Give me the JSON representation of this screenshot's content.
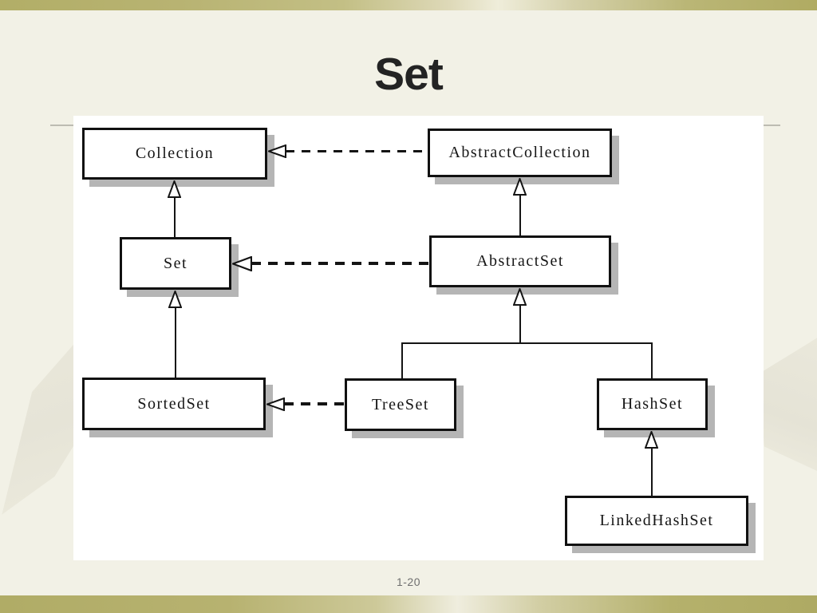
{
  "slide": {
    "title": "Set",
    "page_number": "1-20",
    "colors": {
      "accent_olive": "#b2ae67",
      "background_cream": "#f2f1e6",
      "panel_white": "#ffffff",
      "diagram_line": "#141414",
      "box_shadow_gray": "#b5b5b5",
      "title_text": "#232323",
      "page_number_text": "#6f6f6f"
    }
  },
  "diagram": {
    "nodes": [
      {
        "id": "collection",
        "label": "Collection"
      },
      {
        "id": "abstract-collection",
        "label": "AbstractCollection"
      },
      {
        "id": "set",
        "label": "Set"
      },
      {
        "id": "abstract-set",
        "label": "AbstractSet"
      },
      {
        "id": "sorted-set",
        "label": "SortedSet"
      },
      {
        "id": "tree-set",
        "label": "TreeSet"
      },
      {
        "id": "hash-set",
        "label": "HashSet"
      },
      {
        "id": "linked-hash-set",
        "label": "LinkedHashSet"
      }
    ],
    "edges": [
      {
        "from": "AbstractCollection",
        "to": "Collection",
        "line": "dashed",
        "arrowhead": "hollow-triangle"
      },
      {
        "from": "Set",
        "to": "Collection",
        "line": "solid",
        "arrowhead": "hollow-triangle"
      },
      {
        "from": "AbstractSet",
        "to": "AbstractCollection",
        "line": "solid",
        "arrowhead": "hollow-triangle"
      },
      {
        "from": "AbstractSet",
        "to": "Set",
        "line": "dashed",
        "arrowhead": "hollow-triangle"
      },
      {
        "from": "SortedSet",
        "to": "Set",
        "line": "solid",
        "arrowhead": "hollow-triangle"
      },
      {
        "from": "TreeSet",
        "to": "AbstractSet",
        "line": "solid",
        "arrowhead": "hollow-triangle"
      },
      {
        "from": "HashSet",
        "to": "AbstractSet",
        "line": "solid",
        "arrowhead": "hollow-triangle"
      },
      {
        "from": "TreeSet",
        "to": "SortedSet",
        "line": "dashed",
        "arrowhead": "hollow-triangle"
      },
      {
        "from": "LinkedHashSet",
        "to": "HashSet",
        "line": "solid",
        "arrowhead": "hollow-triangle"
      }
    ]
  }
}
